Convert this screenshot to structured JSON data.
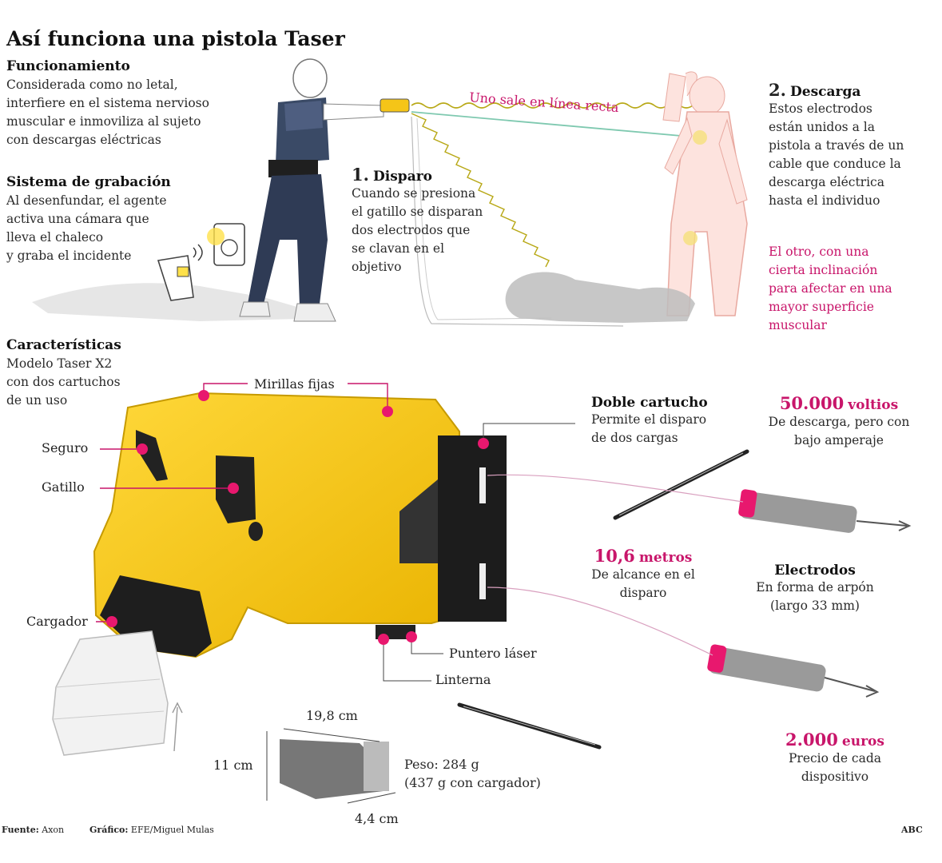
{
  "title": "Así funciona una pistola Taser",
  "funcionamiento": {
    "heading": "Funcionamiento",
    "lines": [
      "Considerada como no letal,",
      "interfiere en el sistema nervioso",
      "muscular e inmoviliza al sujeto",
      "con descargas eléctricas"
    ]
  },
  "grabacion": {
    "heading": "Sistema de grabación",
    "lines": [
      "Al desenfundar, el agente",
      "activa una cámara que",
      "lleva el chaleco",
      "y graba el incidente"
    ]
  },
  "straight_label": "Uno sale en línea recta",
  "disparo": {
    "number": "1.",
    "heading": "Disparo",
    "lines": [
      "Cuando se presiona",
      "el gatillo se disparan",
      "dos electrodos que",
      "se clavan en el",
      "objetivo"
    ]
  },
  "descarga": {
    "number": "2.",
    "heading": "Descarga",
    "lines": [
      "Estos electrodos",
      "están unidos a la",
      "pistola a través de un",
      "cable que conduce la",
      "descarga eléctrica",
      "hasta el individuo"
    ]
  },
  "otro": {
    "lines": [
      "El otro, con una",
      "cierta inclinación",
      "para afectar en una",
      "mayor superficie",
      "muscular"
    ]
  },
  "caracteristicas": {
    "heading": "Características",
    "lines": [
      "Modelo Taser X2",
      "con dos cartuchos",
      "de un uso"
    ]
  },
  "parts": {
    "mirillas": "Mirillas fijas",
    "seguro": "Seguro",
    "gatillo": "Gatillo",
    "cargador": "Cargador",
    "puntero": "Puntero láser",
    "linterna": "Linterna"
  },
  "doble_cartucho": {
    "heading": "Doble cartucho",
    "lines": [
      "Permite el disparo",
      "de dos cargas"
    ]
  },
  "voltios": {
    "value": "50.000",
    "unit": "voltios",
    "lines": [
      "De descarga, pero con",
      "bajo amperaje"
    ]
  },
  "metros": {
    "value": "10,6",
    "unit": "metros",
    "lines": [
      "De alcance en el",
      "disparo"
    ]
  },
  "electrodos": {
    "heading": "Electrodos",
    "lines": [
      "En forma de arpón",
      "(largo 33 mm)"
    ]
  },
  "dimensions": {
    "length": "19,8 cm",
    "height": "11 cm",
    "width": "4,4 cm",
    "weight_lines": [
      "Peso: 284 g",
      "(437 g con cargador)"
    ]
  },
  "euros": {
    "value": "2.000",
    "unit": "euros",
    "lines": [
      "Precio de cada",
      "dispositivo"
    ]
  },
  "footer": {
    "source_label": "Fuente:",
    "source": "Axon",
    "graphic_label": "Gráfico:",
    "graphic": "EFE/Miguel Mulas",
    "brand": "ABC"
  },
  "colors": {
    "accent": "#c8156a",
    "taser_yellow": "#f5c518",
    "cartridge": "#1c1c1c"
  }
}
